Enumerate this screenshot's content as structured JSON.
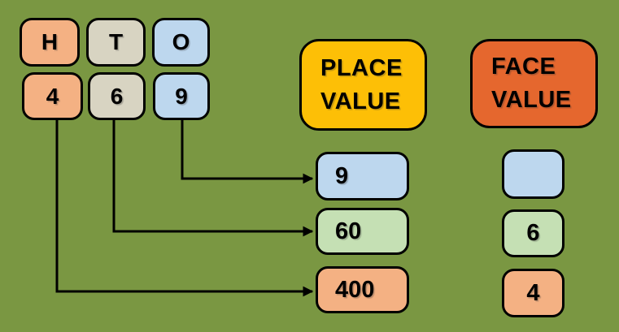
{
  "diagram": {
    "title_semantic": "place-value-vs-face-value-of-469",
    "number_shown": "469",
    "colors": {
      "background": "#7A9742",
      "orange": "#F4B183",
      "beige": "#D8D4C2",
      "blue": "#BDD7EE",
      "green": "#C5E0B4",
      "gold": "#FDBF06",
      "red_orange": "#E5672E",
      "line": "#000000"
    },
    "columns": [
      {
        "id": "hundreds",
        "header": "H",
        "digit": "4"
      },
      {
        "id": "tens",
        "header": "T",
        "digit": "6"
      },
      {
        "id": "ones",
        "header": "O",
        "digit": "9"
      }
    ],
    "headers": {
      "place_value": {
        "line1": "PLACE",
        "line2": "VALUE"
      },
      "face_value": {
        "line1": "FACE",
        "line2": "VALUE"
      }
    },
    "place_values": [
      {
        "for_digit": "9",
        "value": "9"
      },
      {
        "for_digit": "6",
        "value": "60"
      },
      {
        "for_digit": "4",
        "value": "400"
      }
    ],
    "face_values": [
      {
        "for_digit": "9",
        "value": ""
      },
      {
        "for_digit": "6",
        "value": "6"
      },
      {
        "for_digit": "4",
        "value": "4"
      }
    ]
  }
}
